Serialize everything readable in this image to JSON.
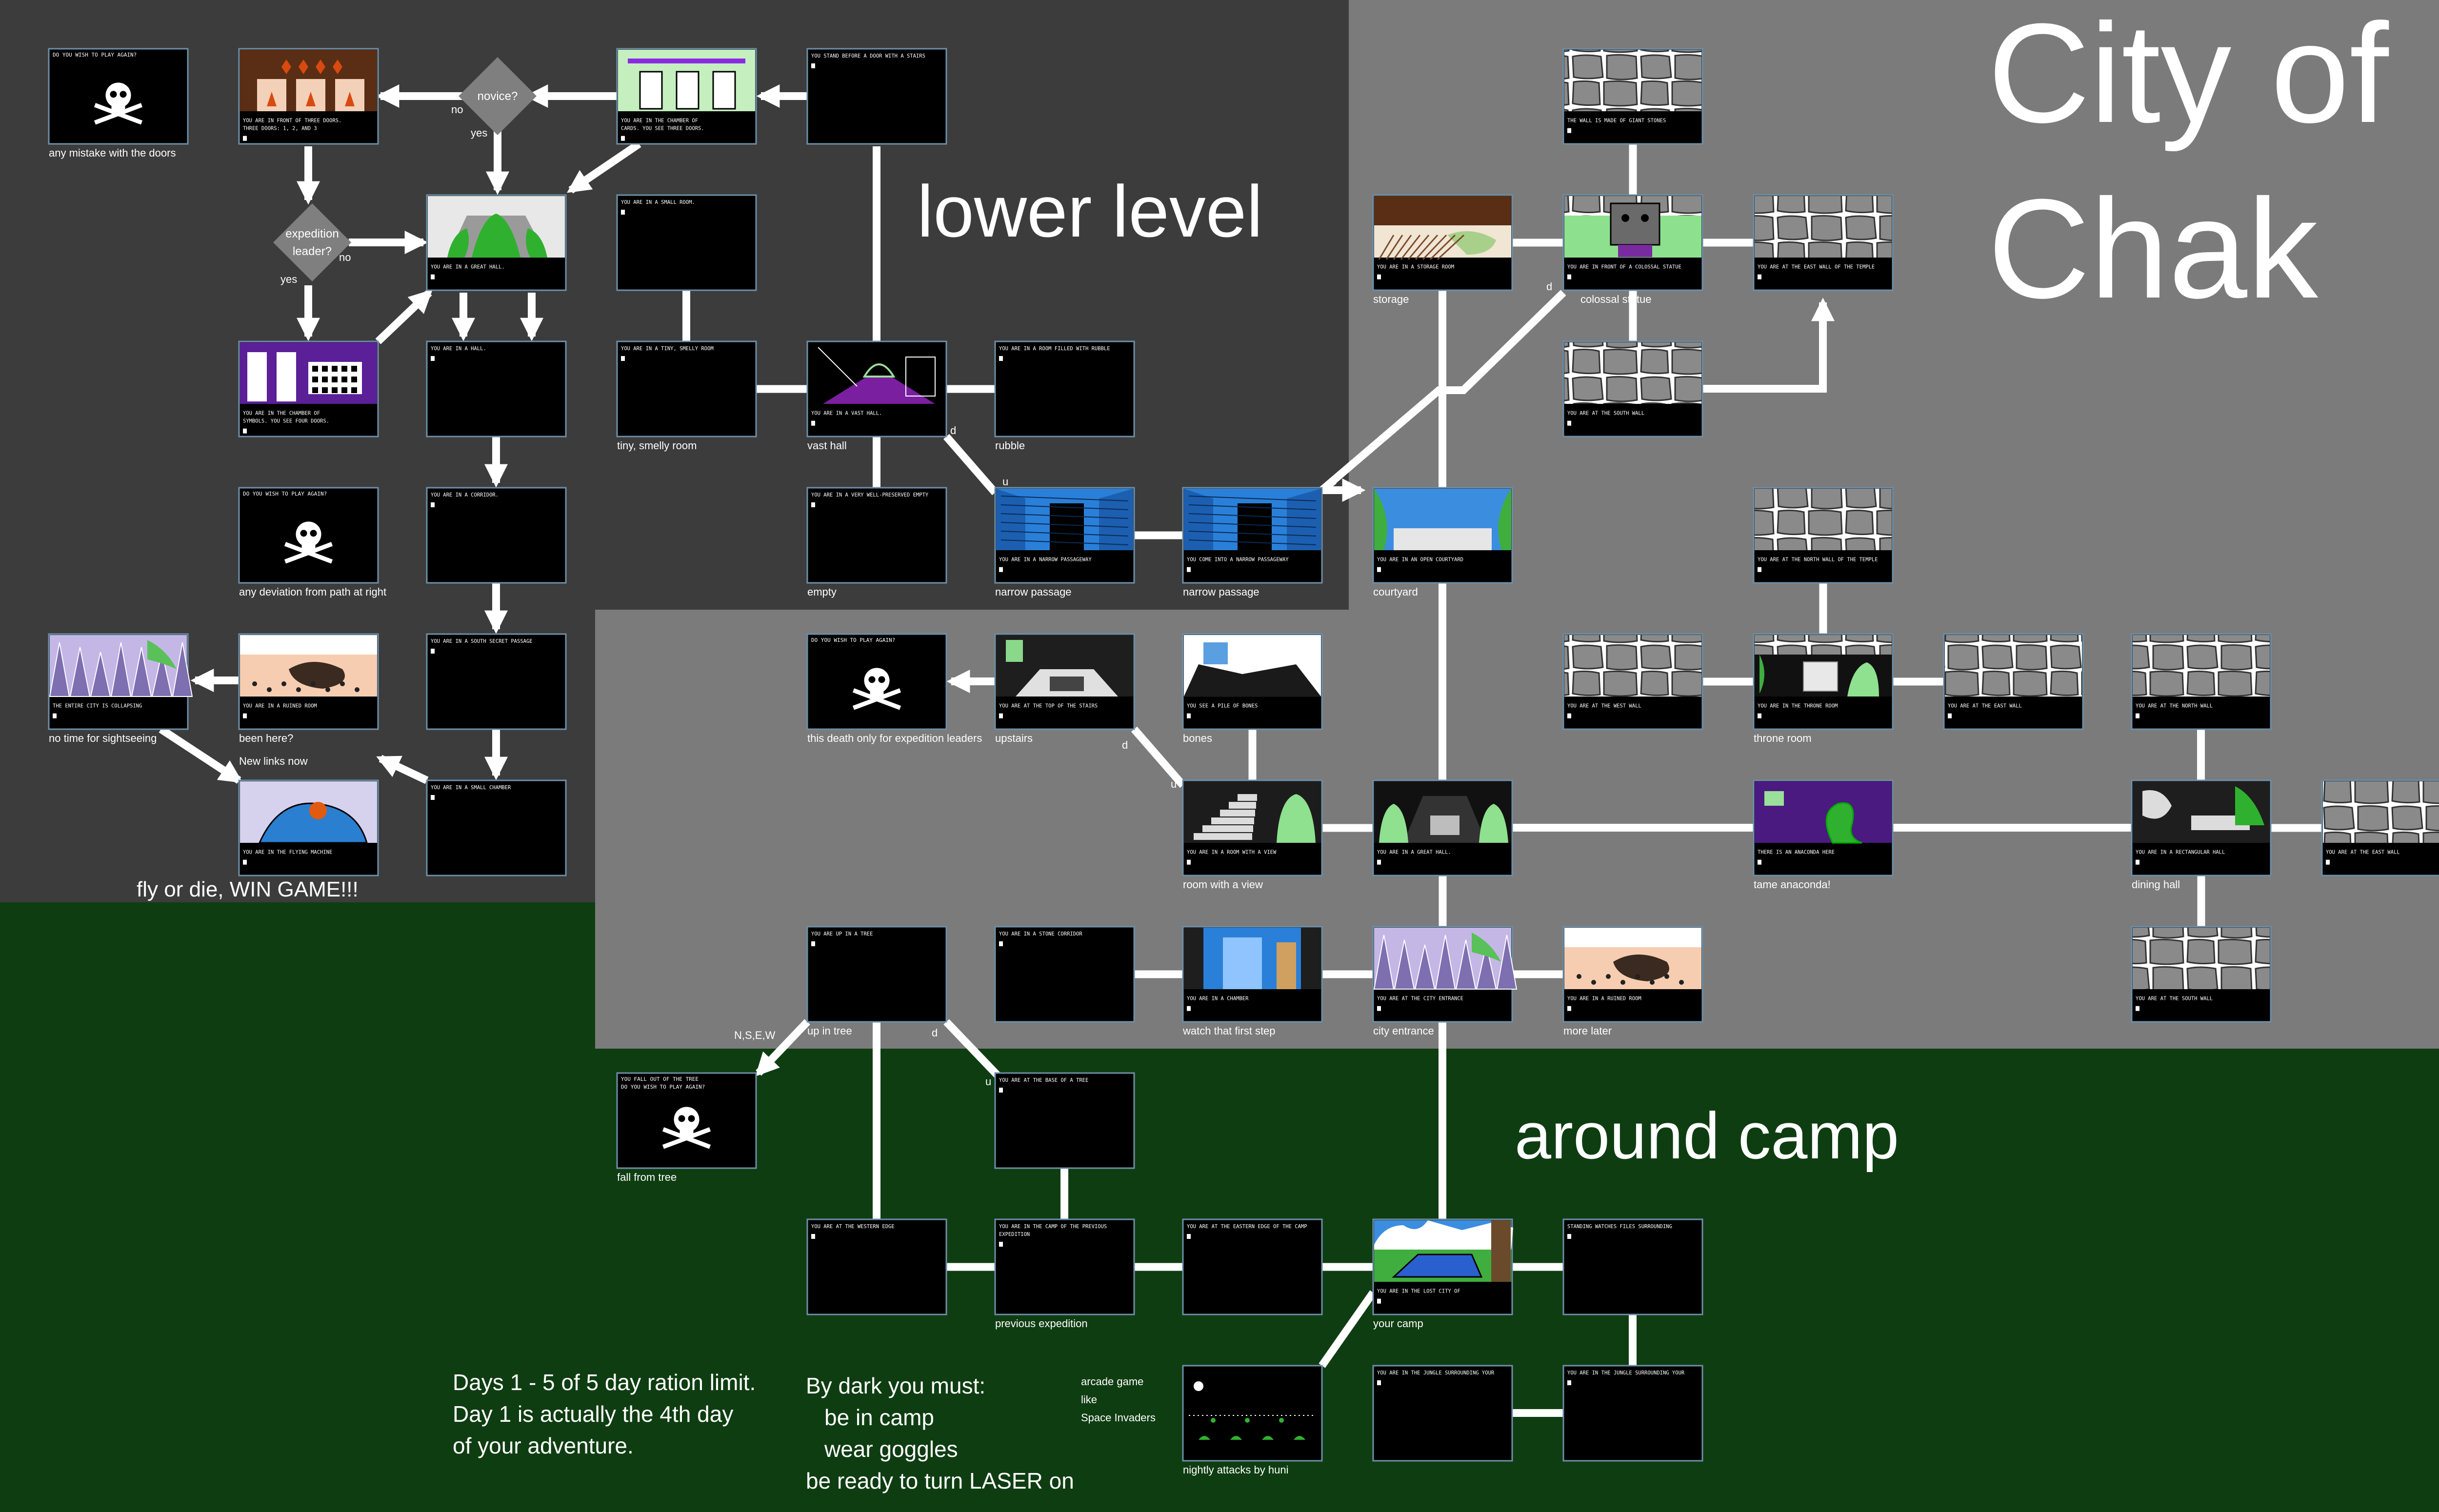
{
  "title": {
    "line1": "City of",
    "line2": "Chak"
  },
  "regions": [
    {
      "id": "lower",
      "label": "lower level"
    },
    {
      "id": "camp",
      "label": "around camp"
    }
  ],
  "rooms": [
    {
      "id": "death_doors",
      "label": "any mistake with the doors",
      "scene": "skull",
      "text": [
        "DO YOU WISH TO PLAY AGAIN?"
      ]
    },
    {
      "id": "doors_puzzle",
      "label": "",
      "scene": "doors",
      "text": [
        "YOU ARE IN FRONT OF THREE DOORS.",
        "THREE DOORS: 1, 2, AND 3"
      ]
    },
    {
      "id": "cards_room",
      "label": "",
      "scene": "cards",
      "text": [
        "YOU ARE IN THE CHAMBER OF",
        "CARDS. YOU SEE THREE DOORS."
      ]
    },
    {
      "id": "top_dark",
      "label": "",
      "scene": "dark",
      "text": [
        "YOU STAND BEFORE A DOOR WITH A STAIRS"
      ]
    },
    {
      "id": "green_idol",
      "label": "",
      "scene": "idol",
      "text": [
        "YOU ARE IN A GREAT HALL."
      ]
    },
    {
      "id": "purple_cards",
      "label": "",
      "scene": "purple",
      "text": [
        "YOU ARE IN THE CHAMBER OF",
        "SYMBOLS. YOU SEE FOUR DOORS."
      ]
    },
    {
      "id": "mid_dark1",
      "label": "",
      "scene": "dark",
      "text": [
        "YOU ARE IN A HALL."
      ]
    },
    {
      "id": "mid_dark2",
      "label": "",
      "scene": "dark",
      "text": [
        "YOU ARE IN A SMALL ROOM."
      ]
    },
    {
      "id": "tiny_smelly",
      "label": "tiny, smelly room",
      "scene": "dark",
      "text": [
        "YOU ARE IN A TINY, SMELLY ROOM"
      ]
    },
    {
      "id": "vast_hall",
      "label": "vast hall",
      "scene": "vast",
      "text": [
        "YOU ARE IN A VAST HALL."
      ]
    },
    {
      "id": "rubble",
      "label": "rubble",
      "scene": "dark",
      "text": [
        "YOU ARE IN A ROOM FILLED WITH RUBBLE"
      ]
    },
    {
      "id": "empty",
      "label": "empty",
      "scene": "dark",
      "text": [
        "YOU ARE IN A VERY WELL-PRESERVED EMPTY"
      ]
    },
    {
      "id": "narrow1",
      "label": "narrow passage",
      "scene": "blue",
      "text": [
        "YOU ARE IN A NARROW PASSAGEWAY"
      ]
    },
    {
      "id": "narrow2",
      "label": "narrow passage",
      "scene": "blue",
      "text": [
        "YOU COME INTO A NARROW PASSAGEWAY"
      ]
    },
    {
      "id": "death_deviation",
      "label": "any deviation from path at right",
      "scene": "skull",
      "text": [
        "DO YOU WISH TO PLAY AGAIN?"
      ]
    },
    {
      "id": "mid_dark3",
      "label": "",
      "scene": "dark",
      "text": [
        "YOU ARE IN A CORRIDOR."
      ]
    },
    {
      "id": "mid_dark4",
      "label": "",
      "scene": "dark",
      "text": [
        "YOU ARE IN A SOUTH SECRET PASSAGE"
      ]
    },
    {
      "id": "mid_dark5",
      "label": "",
      "scene": "dark",
      "text": [
        "YOU ARE IN A SMALL CHAMBER"
      ]
    },
    {
      "id": "no_time",
      "label": "no time for sightseeing",
      "scene": "crystal",
      "text": [
        "THE ENTIRE CITY IS COLLAPSING"
      ]
    },
    {
      "id": "been_here",
      "label": "been here?",
      "scene": "pink",
      "text": [
        "YOU ARE IN A RUINED ROOM"
      ]
    },
    {
      "id": "fly_car",
      "label": "",
      "scene": "craft",
      "text": [
        "YOU ARE IN THE FLYING MACHINE"
      ]
    },
    {
      "id": "death_leaders",
      "label": "this death only for expedition leaders",
      "scene": "skull",
      "text": [
        "DO YOU WISH TO PLAY AGAIN?"
      ]
    },
    {
      "id": "upstairs",
      "label": "upstairs",
      "scene": "upstairs",
      "text": [
        "YOU ARE AT THE TOP OF THE STAIRS"
      ]
    },
    {
      "id": "bones",
      "label": "bones",
      "scene": "bones",
      "text": [
        "YOU SEE A PILE OF BONES"
      ]
    },
    {
      "id": "room_view",
      "label": "room with a view",
      "scene": "view",
      "text": [
        "YOU ARE IN A ROOM WITH A VIEW"
      ]
    },
    {
      "id": "central_hall",
      "label": "",
      "scene": "hall",
      "text": [
        "YOU ARE IN A GREAT HALL."
      ]
    },
    {
      "id": "storage",
      "label": "storage",
      "scene": "storage",
      "text": [
        "YOU ARE IN A STORAGE ROOM"
      ]
    },
    {
      "id": "colossal_statue",
      "label": "colossal statue",
      "scene": "statue",
      "text": [
        "YOU ARE IN FRONT OF A COLOSSAL STATUE"
      ]
    },
    {
      "id": "stone_top",
      "label": "",
      "scene": "stone",
      "text": [
        "THE WALL IS MADE OF GIANT STONES"
      ]
    },
    {
      "id": "stone_r1",
      "label": "",
      "scene": "stone",
      "text": [
        "YOU ARE AT THE EAST WALL OF THE TEMPLE"
      ]
    },
    {
      "id": "stone_r2",
      "label": "",
      "scene": "stone",
      "text": [
        "YOU ARE AT THE SOUTH WALL"
      ]
    },
    {
      "id": "courtyard",
      "label": "courtyard",
      "scene": "courtyard",
      "text": [
        "YOU ARE IN AN OPEN COURTYARD"
      ]
    },
    {
      "id": "stone_mid",
      "label": "",
      "scene": "stone",
      "text": [
        "YOU ARE AT THE NORTH WALL OF THE TEMPLE"
      ]
    },
    {
      "id": "stone_left",
      "label": "",
      "scene": "stone",
      "text": [
        "YOU ARE AT THE WEST WALL"
      ]
    },
    {
      "id": "throne_room",
      "label": "throne room",
      "scene": "throne",
      "text": [
        "YOU ARE IN THE THRONE ROOM"
      ]
    },
    {
      "id": "stone_tr",
      "label": "",
      "scene": "stone",
      "text": [
        "YOU ARE AT THE EAST WALL"
      ]
    },
    {
      "id": "stone_far",
      "label": "",
      "scene": "stone",
      "text": [
        "YOU ARE AT THE NORTH WALL"
      ]
    },
    {
      "id": "tame_anaconda",
      "label": "tame anaconda!",
      "scene": "anaconda",
      "text": [
        "THERE IS AN ANACONDA HERE"
      ]
    },
    {
      "id": "dining_hall",
      "label": "dining hall",
      "scene": "dining",
      "text": [
        "YOU ARE IN A RECTANGULAR HALL"
      ]
    },
    {
      "id": "stone_e",
      "label": "",
      "scene": "stone",
      "text": [
        "YOU ARE AT THE EAST WALL"
      ]
    },
    {
      "id": "stone_s",
      "label": "",
      "scene": "stone",
      "text": [
        "YOU ARE AT THE SOUTH WALL"
      ]
    },
    {
      "id": "dark_left_sc",
      "label": "",
      "scene": "dark",
      "text": [
        "YOU ARE IN A STONE CORRIDOR"
      ]
    },
    {
      "id": "watch_step",
      "label": "watch that first step",
      "scene": "step",
      "text": [
        "YOU ARE IN A CHAMBER"
      ]
    },
    {
      "id": "city_entrance",
      "label": "city entrance",
      "scene": "crystal",
      "text": [
        "YOU ARE AT THE CITY ENTRANCE"
      ]
    },
    {
      "id": "more_later",
      "label": "more later",
      "scene": "pink",
      "text": [
        "YOU ARE IN A RUINED ROOM"
      ]
    },
    {
      "id": "up_in_tree",
      "label": "up in tree",
      "scene": "dark",
      "text": [
        "YOU ARE UP IN A TREE"
      ]
    },
    {
      "id": "fall_tree",
      "label": "fall from tree",
      "scene": "skull",
      "text": [
        "YOU FALL OUT OF THE TREE",
        "DO YOU WISH TO PLAY AGAIN?"
      ]
    },
    {
      "id": "base_tree",
      "label": "",
      "scene": "dark",
      "text": [
        "YOU ARE AT THE BASE OF A TREE"
      ]
    },
    {
      "id": "camp_w",
      "label": "",
      "scene": "dark",
      "text": [
        "YOU ARE AT THE WESTERN EDGE"
      ]
    },
    {
      "id": "prev_exp",
      "label": "previous expedition",
      "scene": "dark",
      "text": [
        "YOU ARE IN THE CAMP OF THE PREVIOUS",
        "EXPEDITION"
      ]
    },
    {
      "id": "camp_e",
      "label": "",
      "scene": "dark",
      "text": [
        "YOU ARE AT THE EASTERN EDGE OF THE CAMP"
      ]
    },
    {
      "id": "your_camp",
      "label": "your camp",
      "scene": "camp",
      "text": [
        "YOU ARE IN THE LOST CITY OF"
      ]
    },
    {
      "id": "jungle_e",
      "label": "",
      "scene": "dark",
      "text": [
        "STANDING WATCHES FILES SURROUNDING"
      ]
    },
    {
      "id": "jungle_s1",
      "label": "",
      "scene": "dark",
      "text": [
        "YOU ARE IN THE JUNGLE SURROUNDING YOUR"
      ]
    },
    {
      "id": "jungle_s2",
      "label": "",
      "scene": "dark",
      "text": [
        "YOU ARE IN THE JUNGLE SURROUNDING YOUR"
      ]
    },
    {
      "id": "nightly",
      "label": "nightly attacks by huni",
      "scene": "invaders",
      "text": []
    }
  ],
  "decisions": [
    {
      "id": "novice",
      "label": "novice?",
      "yes": "yes",
      "no": "no"
    },
    {
      "id": "leader",
      "label_line1": "expedition",
      "label_line2": "leader?",
      "yes": "yes",
      "no": "no"
    }
  ],
  "edge_labels": {
    "vast_d": "d",
    "passage_u": "u",
    "statue_d": "d",
    "upstairs_d": "d",
    "view_u": "u",
    "tree_nsew": "N,S,E,W",
    "tree_d": "d",
    "base_u": "u"
  },
  "notes": {
    "new_links": "New links now",
    "win": "fly or die, WIN GAME!!!",
    "days": [
      "Days 1 - 5 of 5 day ration limit.",
      "Day 1 is actually the 4th day",
      "of your adventure."
    ],
    "dark_must": [
      "By dark you must:",
      "be in camp",
      "wear goggles",
      "be ready to turn LASER on"
    ],
    "arcade": [
      "arcade game",
      "like",
      "Space Invaders"
    ]
  },
  "colors": {
    "camp_bg": "#0f3d12",
    "lower_bg": "#3c3c3c",
    "city_bg": "#7b7b7b",
    "connector": "#ffffff",
    "decision": "#7f7f7f",
    "screen": "#000000"
  }
}
